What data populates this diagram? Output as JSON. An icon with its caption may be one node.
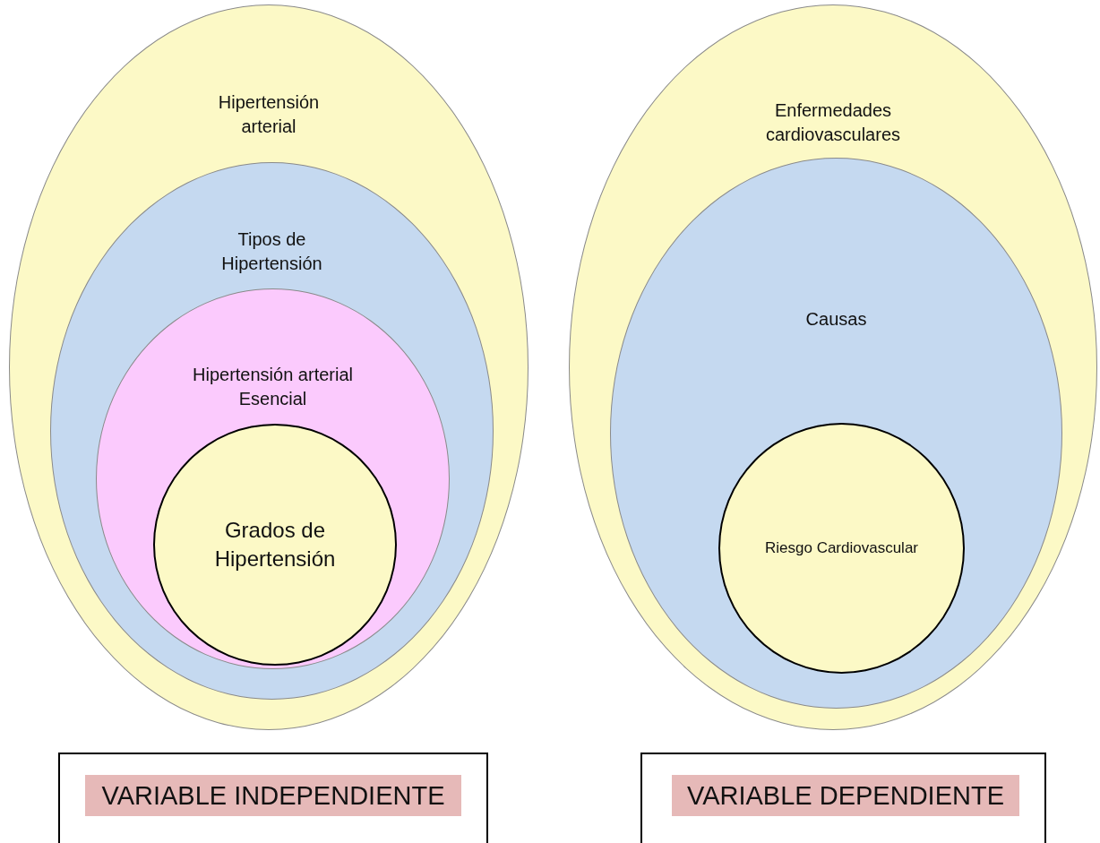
{
  "diagram": {
    "nodes": [
      {
        "text": [
          "Hipertensión arterial"
        ]
      },
      {
        "text": [
          "Tipos de Hipertensión"
        ],
        "in": 0
      },
      {
        "text": [
          "Hipertensión arterial Esencial"
        ],
        "in": 1
      },
      {
        "text": [
          "Grados de Hipertensión"
        ],
        "in": 2
      },
      {
        "text": [
          "Enfermedades cardiovasculares"
        ]
      },
      {
        "text": [
          "Causas"
        ],
        "in": 4
      },
      {
        "text": [
          "Riesgo Cardiovascular"
        ],
        "in": 5
      },
      {
        "text": [
          "VARIABLE INDEPENDIENTE"
        ]
      },
      {
        "text": [
          "VARIABLE DEPENDIENTE"
        ]
      }
    ]
  }
}
